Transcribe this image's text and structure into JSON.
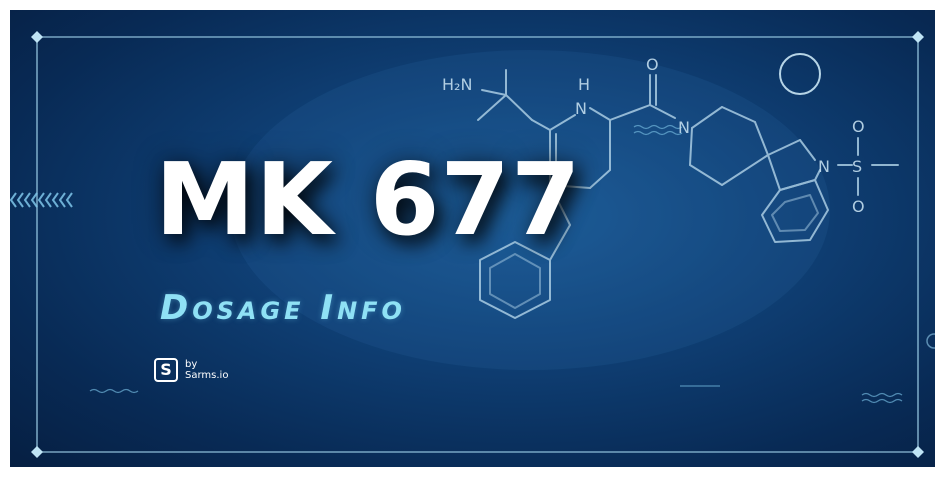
{
  "banner": {
    "title": "MK 677",
    "subtitle": "Dosage Info",
    "logo": {
      "mark": "S",
      "by": "by",
      "brand": "Sarms.io"
    },
    "molecule": {
      "labels": [
        "H₂N",
        "H",
        "N",
        "O",
        "N",
        "N",
        "S",
        "O",
        "O"
      ]
    },
    "colors": {
      "background": "#0f3f74",
      "frame": "#9ecfe8",
      "title": "#ffffff",
      "subtitle": "#8fe1f5",
      "molecule_lines": "#a9cce3"
    }
  }
}
